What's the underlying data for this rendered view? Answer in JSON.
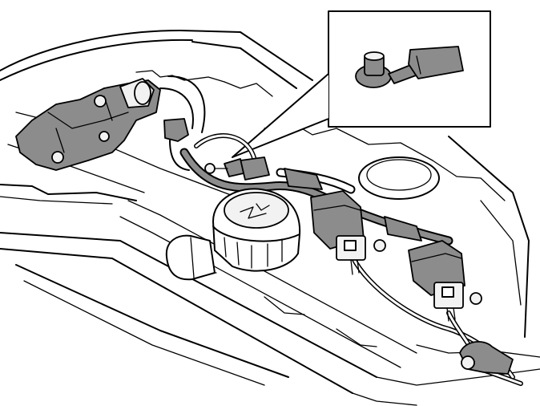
{
  "colors": {
    "component_gray": "#8c8c8c",
    "line": "#000000",
    "background": "#ffffff"
  },
  "diagram": {
    "highlighted_parts": [
      "ground-terminal-with-cable",
      "sensor-connector-left",
      "sensor-connector-right",
      "wiring-harness",
      "throttle-body"
    ],
    "detail_inset": "ground-cable-ring-terminal"
  }
}
